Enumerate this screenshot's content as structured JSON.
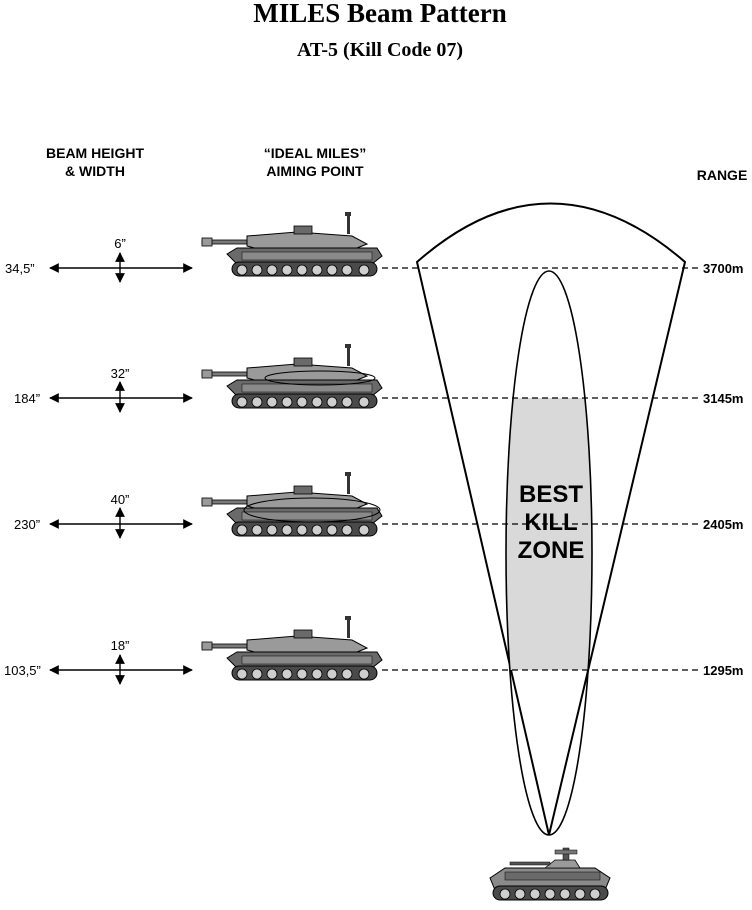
{
  "title": "MILES Beam Pattern",
  "subtitle": "AT-5 (Kill Code 07)",
  "headers": {
    "beam_line1": "BEAM HEIGHT",
    "beam_line2": "& WIDTH",
    "aim_line1": "“IDEAL MILES”",
    "aim_line2": "AIMING POINT",
    "range": "RANGE"
  },
  "rows": [
    {
      "width": "34,5”",
      "height": "6”",
      "range": "3700m"
    },
    {
      "width": "184”",
      "height": "32”",
      "range": "3145m"
    },
    {
      "width": "230”",
      "height": "40”",
      "range": "2405m"
    },
    {
      "width": "103,5”",
      "height": "18”",
      "range": "1295m"
    }
  ],
  "zone": {
    "line1": "BEST",
    "line2": "KILL",
    "line3": "ZONE"
  },
  "colors": {
    "ink": "#000000",
    "zone_fill": "#d9d9d9",
    "tank_dark": "#555555",
    "tank_mid": "#8a8a8a",
    "tank_light": "#b8b8b8"
  }
}
